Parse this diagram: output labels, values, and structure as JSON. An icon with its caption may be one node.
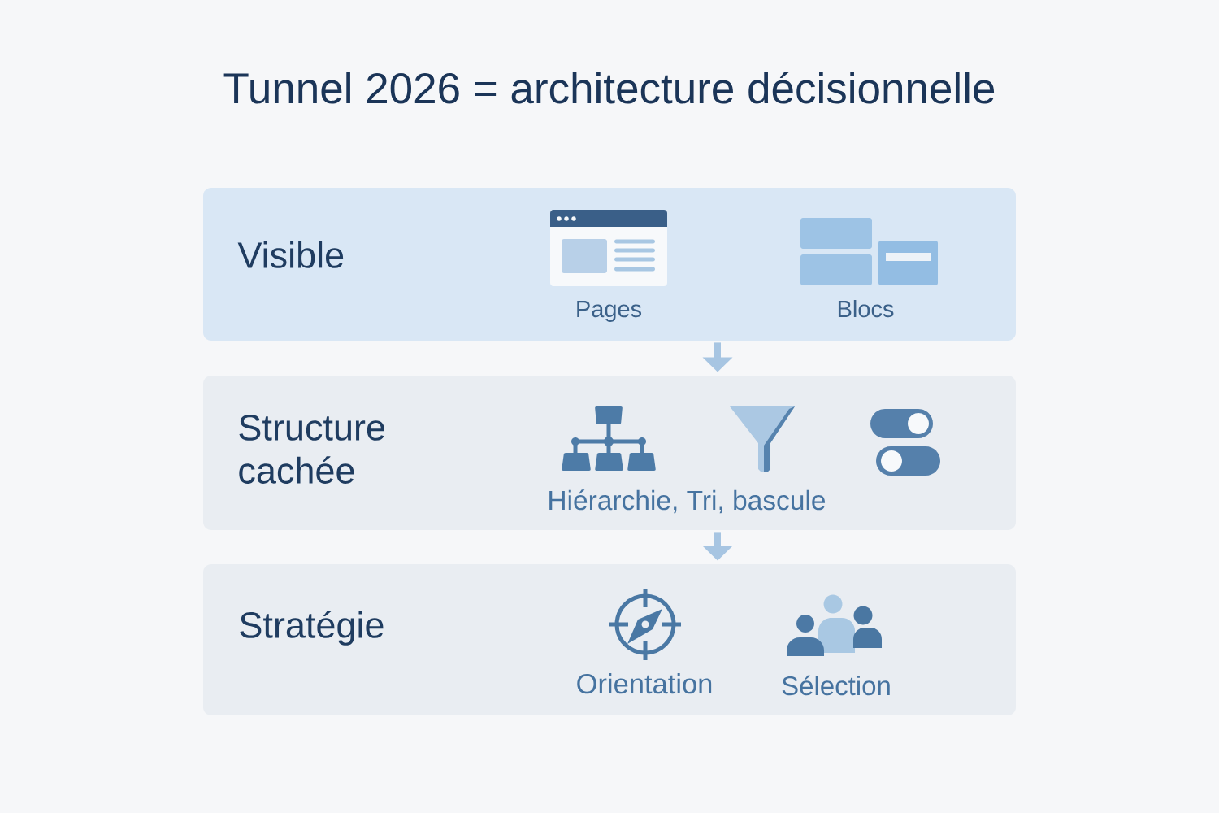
{
  "diagram": {
    "title": "Tunnel 2026 = architecture décisionnelle",
    "nodes": [
      {
        "text": [
          "Visible",
          "Pages",
          "Blocs"
        ]
      },
      {
        "text": [
          "Structure cachée",
          "Hiérarchie, Tri, bascule"
        ]
      },
      {
        "text": [
          "Stratégie",
          "Orientation",
          "Sélection"
        ]
      }
    ],
    "edges": [
      {
        "from": 0,
        "to": 1,
        "arrow": "to"
      },
      {
        "from": 1,
        "to": 2,
        "arrow": "to"
      }
    ]
  }
}
